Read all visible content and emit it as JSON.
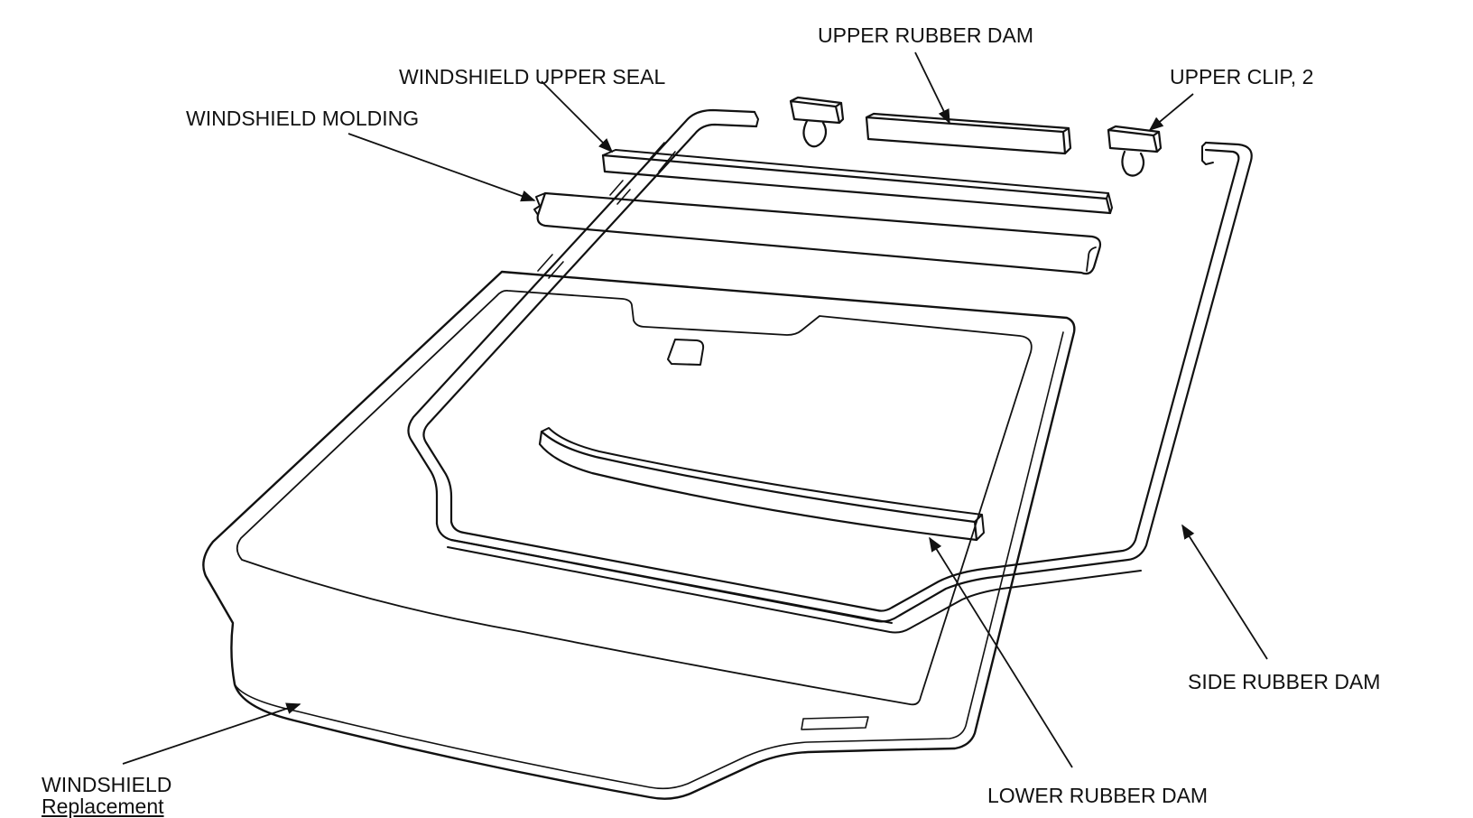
{
  "labels": {
    "upper_rubber_dam": "UPPER RUBBER DAM",
    "windshield_upper_seal": "WINDSHIELD UPPER SEAL",
    "upper_clip": "UPPER CLIP, 2",
    "windshield_molding": "WINDSHIELD MOLDING",
    "side_rubber_dam": "SIDE RUBBER DAM",
    "windshield": "WINDSHIELD",
    "replacement": "Replacement",
    "lower_rubber_dam": "LOWER RUBBER DAM"
  },
  "colors": {
    "line": "#111111",
    "background": "#ffffff"
  }
}
